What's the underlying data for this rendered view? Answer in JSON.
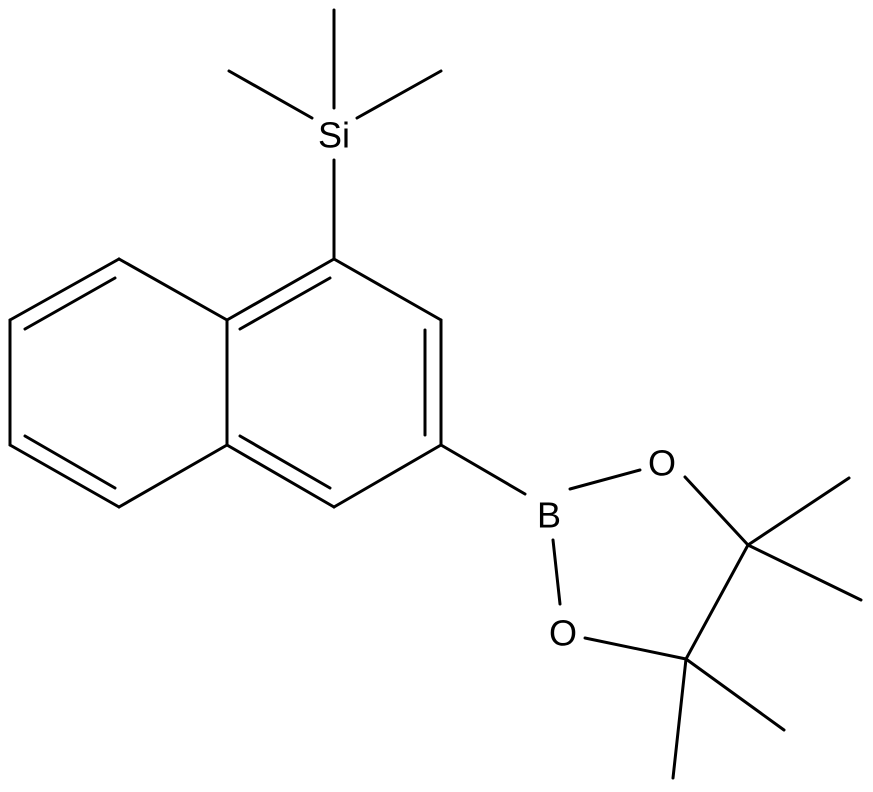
{
  "molecule": {
    "atoms": {
      "si": "Si",
      "b": "B",
      "o1": "O",
      "o2": "O"
    },
    "colors": {
      "bond": "#000000",
      "label": "#000000",
      "background": "#ffffff"
    }
  }
}
